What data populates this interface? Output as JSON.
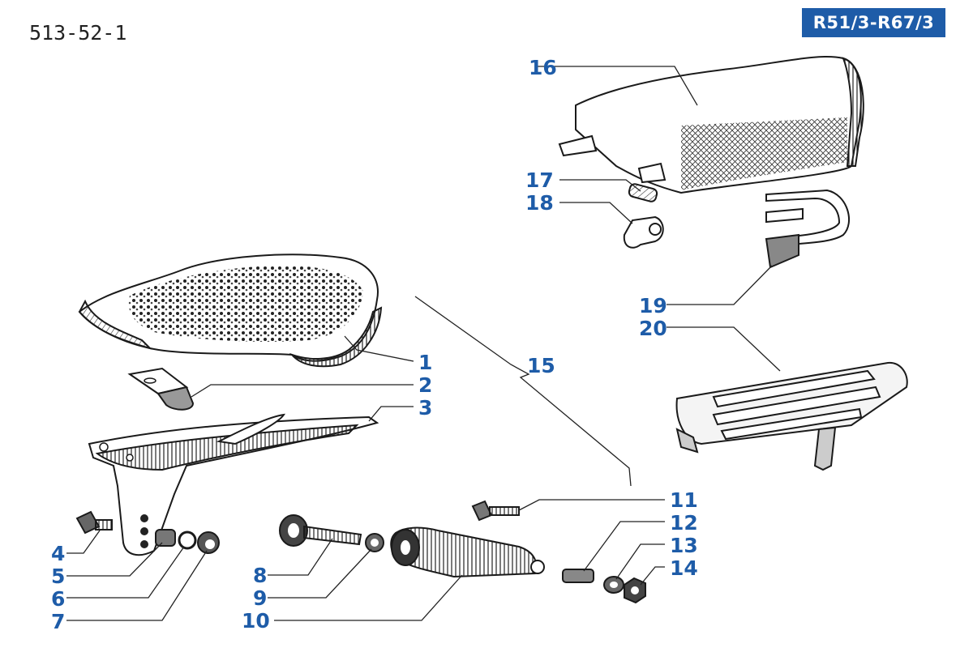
{
  "header": {
    "part_number": "513-52-1",
    "model": "R51/3-R67/3"
  },
  "colors": {
    "accent": "#1e5ca8",
    "ink": "#1a1a1a"
  },
  "callouts": [
    "1",
    "2",
    "3",
    "4",
    "5",
    "6",
    "7",
    "8",
    "9",
    "10",
    "11",
    "12",
    "13",
    "14",
    "15",
    "16",
    "17",
    "18",
    "19",
    "20"
  ]
}
